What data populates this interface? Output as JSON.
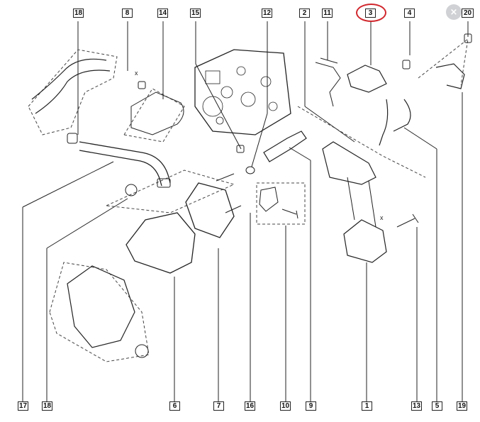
{
  "diagram": {
    "top_labels": [
      {
        "id": "label-18-top",
        "text": "18"
      },
      {
        "id": "label-8",
        "text": "8"
      },
      {
        "id": "label-14",
        "text": "14"
      },
      {
        "id": "label-15",
        "text": "15"
      },
      {
        "id": "label-12",
        "text": "12"
      },
      {
        "id": "label-2",
        "text": "2"
      },
      {
        "id": "label-11",
        "text": "11"
      },
      {
        "id": "label-3",
        "text": "3"
      },
      {
        "id": "label-4",
        "text": "4"
      },
      {
        "id": "label-20",
        "text": "20"
      }
    ],
    "bottom_labels": [
      {
        "id": "label-17",
        "text": "17"
      },
      {
        "id": "label-18-bottom",
        "text": "18"
      },
      {
        "id": "label-6",
        "text": "6"
      },
      {
        "id": "label-7",
        "text": "7"
      },
      {
        "id": "label-16",
        "text": "16"
      },
      {
        "id": "label-10",
        "text": "10"
      },
      {
        "id": "label-9",
        "text": "9"
      },
      {
        "id": "label-1",
        "text": "1"
      },
      {
        "id": "label-13",
        "text": "13"
      },
      {
        "id": "label-5",
        "text": "5"
      },
      {
        "id": "label-19",
        "text": "19"
      }
    ],
    "highlighted_label": "3",
    "highlight_color": "#d0262c",
    "x_markers": [
      "x",
      "x"
    ],
    "close_icon": "×"
  }
}
